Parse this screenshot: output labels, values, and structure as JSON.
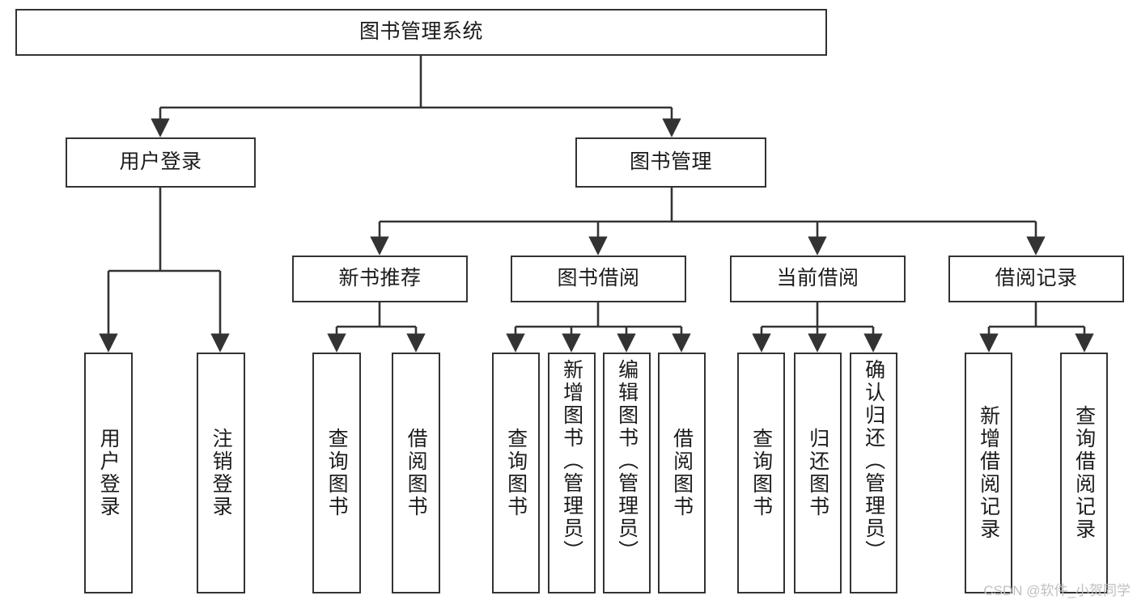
{
  "diagram": {
    "type": "tree",
    "title": "图书管理系统",
    "accent_color": "#333333",
    "background_color": "#ffffff",
    "text_color": "#1b1b1b",
    "watermark": "CSDN @软件_小贺同学",
    "nodes": {
      "root": {
        "label": "图书管理系统"
      },
      "level2": [
        {
          "label": "用户登录"
        },
        {
          "label": "图书管理"
        }
      ],
      "level3": [
        {
          "label": "新书推荐"
        },
        {
          "label": "图书借阅"
        },
        {
          "label": "当前借阅"
        },
        {
          "label": "借阅记录"
        }
      ],
      "leaves": {
        "user_login": [
          {
            "label": "用户登录"
          },
          {
            "label": "注销登录"
          }
        ],
        "new_book": [
          {
            "label": "查询图书"
          },
          {
            "label": "借阅图书"
          }
        ],
        "book_borrow": [
          {
            "label": "查询图书"
          },
          {
            "label": "新增图书（管理员）"
          },
          {
            "label": "编辑图书（管理员）"
          },
          {
            "label": "借阅图书"
          }
        ],
        "current_borrow": [
          {
            "label": "查询图书"
          },
          {
            "label": "归还图书"
          },
          {
            "label": "确认归还（管理员）"
          }
        ],
        "borrow_record": [
          {
            "label": "新增借阅记录"
          },
          {
            "label": "查询借阅记录"
          }
        ]
      }
    }
  }
}
